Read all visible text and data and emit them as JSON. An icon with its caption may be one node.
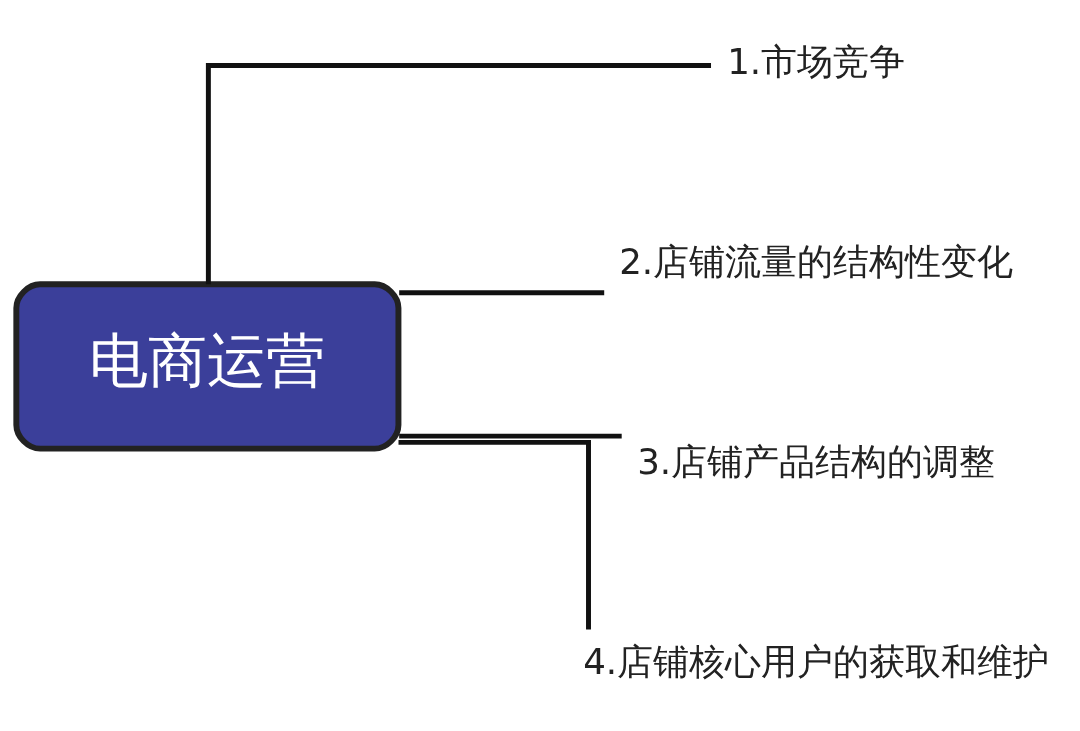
{
  "diagram": {
    "nodes": [
      {
        "text": [
          "电商运营"
        ]
      },
      {
        "text": [
          "1.市场竞争"
        ]
      },
      {
        "text": [
          "2.店铺流量的结构性变化"
        ]
      },
      {
        "text": [
          "3.店铺产品结构的调整"
        ]
      },
      {
        "text": [
          "4.店铺核心用户的获取和维护"
        ]
      }
    ],
    "edges": [
      {
        "from": 0,
        "to": 1,
        "arrow": "none"
      },
      {
        "from": 0,
        "to": 2,
        "arrow": "none"
      },
      {
        "from": 0,
        "to": 3,
        "arrow": "none"
      },
      {
        "from": 0,
        "to": 4,
        "arrow": "none"
      }
    ]
  }
}
